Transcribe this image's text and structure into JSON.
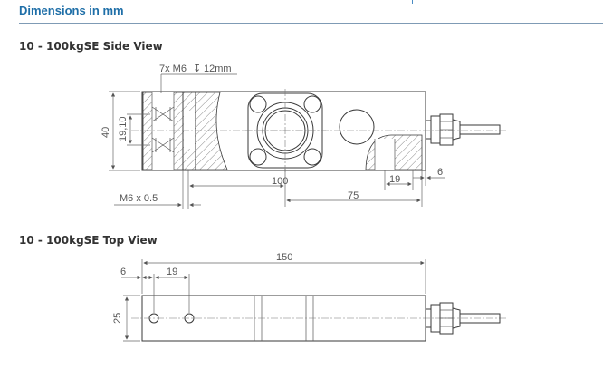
{
  "header": {
    "title": "Dimensions in mm"
  },
  "side_view": {
    "title": "10 - 100kgSE Side View",
    "dims": {
      "thread": "7x M6",
      "depth_symbol": "↧",
      "depth": "12mm",
      "height": "40",
      "hole_spacing": "19,10",
      "bolt": "M6 x 0.5",
      "length_100": "100",
      "length_75": "75",
      "length_19": "19",
      "length_6": "6"
    }
  },
  "top_view": {
    "title": "10 - 100kgSE Top View",
    "dims": {
      "length": "150",
      "offset_6": "6",
      "spacing_19": "19",
      "width": "25"
    }
  }
}
